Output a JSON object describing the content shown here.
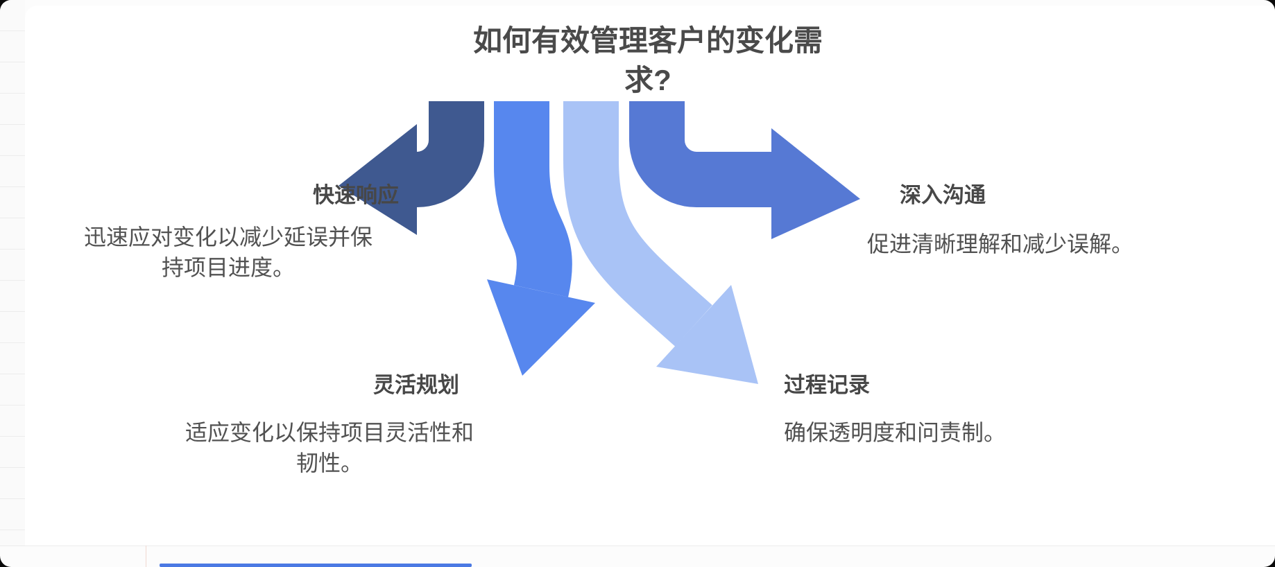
{
  "title": {
    "text": "如何有效管理客户的变化需求?"
  },
  "sections": [
    {
      "id": "fast-response",
      "title": "快速响应",
      "description": "迅速应对变化以减少延误并保持项目进度。",
      "arrow_color": "#3f5990",
      "arrow_direction": "left"
    },
    {
      "id": "deep-communication",
      "title": "深入沟通",
      "description": "促进清晰理解和减少误解。",
      "arrow_color": "#5679d4",
      "arrow_direction": "right"
    },
    {
      "id": "flexible-planning",
      "title": "灵活规划",
      "description": "适应变化以保持项目灵活性和韧性。",
      "arrow_color": "#5787ee",
      "arrow_direction": "down-left"
    },
    {
      "id": "process-recording",
      "title": "过程记录",
      "description": "确保透明度和问责制。",
      "arrow_color": "#a9c3f6",
      "arrow_direction": "down-right"
    }
  ],
  "page": {
    "card_background": "#ffffff",
    "canvas_background": "#fcfcfc",
    "accent_bar_color": "#4b79e3",
    "title_color": "#4a4a4a",
    "text_color": "#515151"
  }
}
